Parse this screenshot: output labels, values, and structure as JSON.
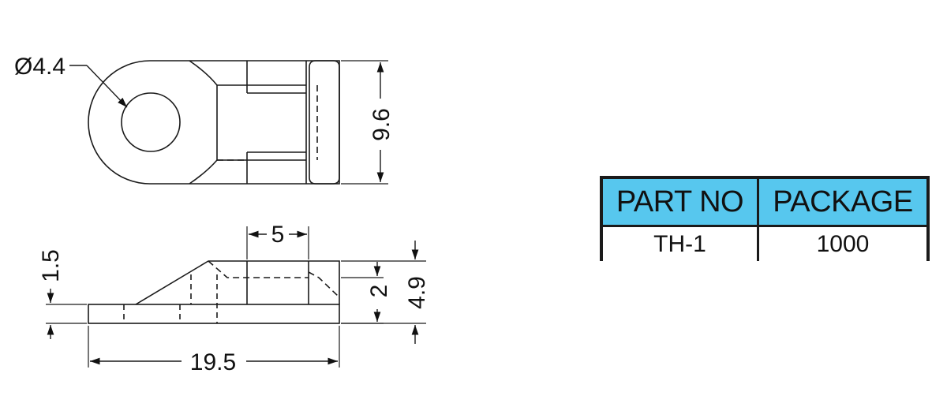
{
  "dimensions": {
    "hole_diameter": "Ø4.4",
    "width": "9.6",
    "slot_width": "5",
    "base_thickness": "1.5",
    "step_height": "2",
    "total_height": "4.9",
    "length": "19.5"
  },
  "table": {
    "headers": [
      "PART NO",
      "PACKAGE"
    ],
    "values": [
      "TH-1",
      "1000"
    ]
  },
  "colors": {
    "header_bg": "#57c7ee",
    "line": "#1a1a1a"
  }
}
